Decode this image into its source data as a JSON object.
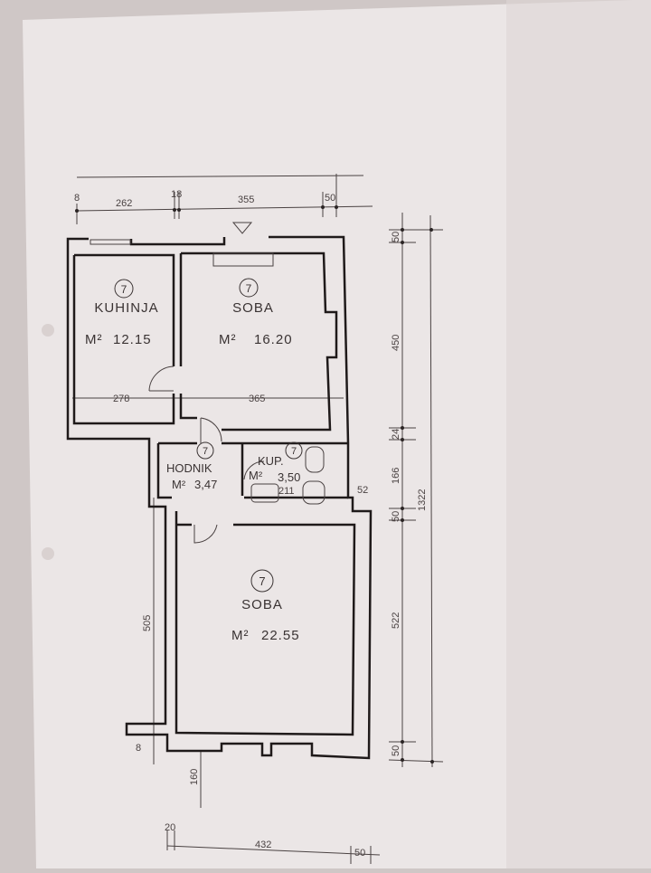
{
  "plan": {
    "rooms": [
      {
        "marker": "7",
        "name": "KUHINJA",
        "area_unit": "M²",
        "area": "12.15"
      },
      {
        "marker": "7",
        "name": "SOBA",
        "area_unit": "M²",
        "area": "16.20"
      },
      {
        "marker": "7",
        "name": "HODNIK",
        "area_unit": "M²",
        "area": "3,47"
      },
      {
        "marker": "7",
        "name": "KUP.",
        "area_unit": "M²",
        "area": "3,50"
      },
      {
        "marker": "7",
        "name": "SOBA",
        "area_unit": "M²",
        "area": "22.55"
      }
    ],
    "dimensions": {
      "top": [
        "8",
        "262",
        "18",
        "355",
        "50"
      ],
      "inner": [
        "278",
        "365",
        "211",
        "52"
      ],
      "right": [
        "50",
        "450",
        "24",
        "166",
        "50",
        "522",
        "50"
      ],
      "right_total": "1322",
      "left": [
        "505",
        "8"
      ],
      "bottom": [
        "160",
        "20",
        "432",
        "50"
      ]
    }
  }
}
